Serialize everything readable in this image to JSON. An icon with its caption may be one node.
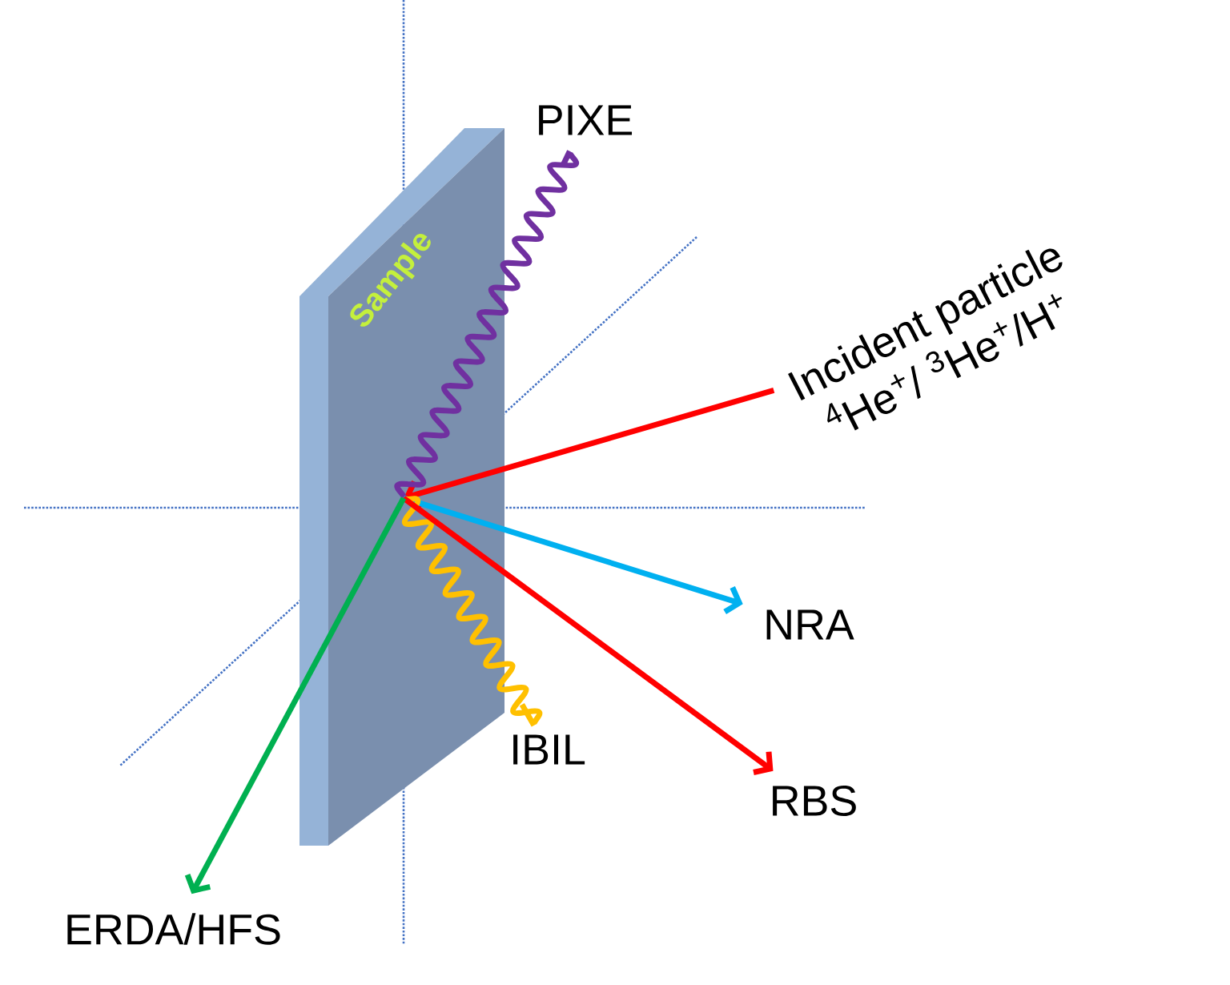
{
  "diagram": {
    "nodes": [
      {
        "text": [
          "Sample"
        ]
      },
      {
        "text": [
          "PIXE"
        ]
      },
      {
        "text": [
          "Incident particle",
          "$^{4}$He$^{+}$/ $^{3}$He$^{+}$/H$^{+}$"
        ]
      },
      {
        "text": [
          "NRA"
        ]
      },
      {
        "text": [
          "IBIL"
        ]
      },
      {
        "text": [
          "RBS"
        ]
      },
      {
        "text": [
          "ERDA/HFS"
        ]
      }
    ],
    "edges": [
      {
        "from": 2,
        "to": 0,
        "arrow": "to",
        "color": "#ff0000"
      },
      {
        "from": 0,
        "to": 1,
        "arrow": "none",
        "color": "#7030a0"
      },
      {
        "from": 0,
        "to": 3,
        "arrow": "to",
        "color": "#00b0f0"
      },
      {
        "from": 0,
        "to": 4,
        "arrow": "none",
        "color": "#ffc000"
      },
      {
        "from": 0,
        "to": 5,
        "arrow": "to",
        "color": "#ff0000"
      },
      {
        "from": 0,
        "to": 6,
        "arrow": "to",
        "color": "#00b050"
      }
    ]
  }
}
